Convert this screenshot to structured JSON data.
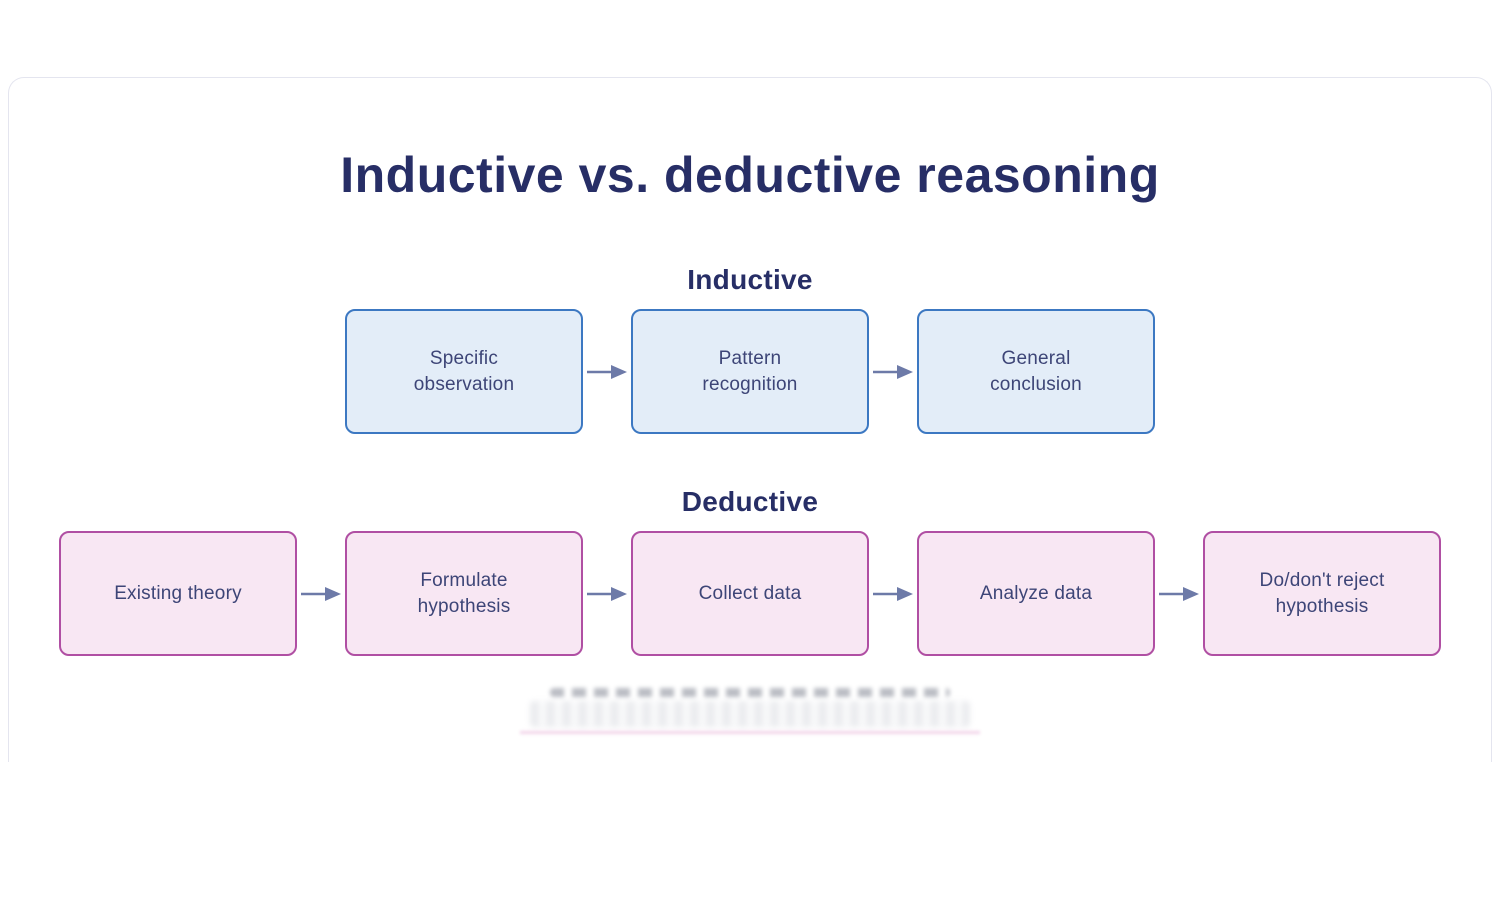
{
  "title": "Inductive vs. deductive reasoning",
  "inductive": {
    "label": "Inductive",
    "steps": [
      "Specific observation",
      "Pattern recognition",
      "General conclusion"
    ]
  },
  "deductive": {
    "label": "Deductive",
    "steps": [
      "Existing theory",
      "Formulate hypothesis",
      "Collect data",
      "Analyze data",
      "Do/don't reject hypothesis"
    ]
  },
  "colors": {
    "title_text": "#272e66",
    "box_text": "#3d4577",
    "inductive_fill": "#e3edf8",
    "inductive_border": "#3c78c2",
    "deductive_fill": "#f8e7f3",
    "deductive_border": "#b04fa3",
    "arrow": "#6d7aa8",
    "card_border": "#e4e5ef",
    "page_bg": "#ffffff"
  }
}
